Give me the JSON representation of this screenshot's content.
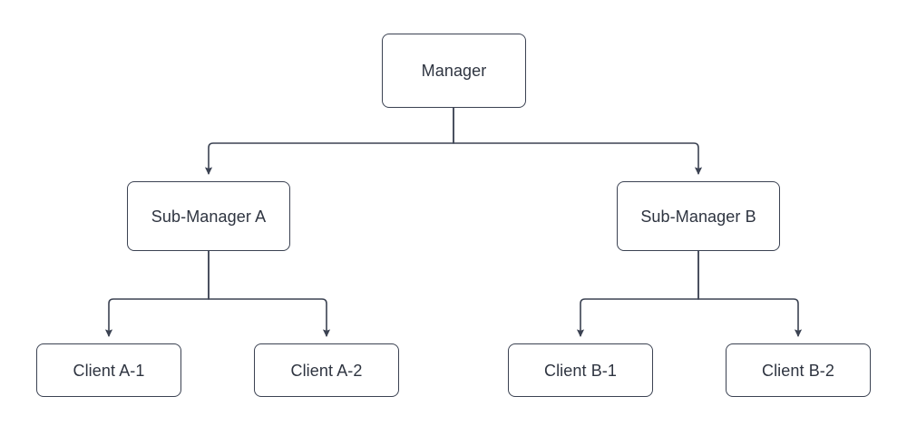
{
  "diagram": {
    "type": "hierarchy-tree",
    "orientation": "top-down",
    "colors": {
      "stroke": "#3b4252",
      "node_fill": "#ffffff",
      "text": "#2e3440",
      "background": "#ffffff"
    },
    "nodes": [
      {
        "id": "manager",
        "label": "Manager",
        "level": 0
      },
      {
        "id": "sub_a",
        "label": "Sub-Manager A",
        "level": 1
      },
      {
        "id": "sub_b",
        "label": "Sub-Manager B",
        "level": 1
      },
      {
        "id": "client_a1",
        "label": "Client A-1",
        "level": 2
      },
      {
        "id": "client_a2",
        "label": "Client A-2",
        "level": 2
      },
      {
        "id": "client_b1",
        "label": "Client B-1",
        "level": 2
      },
      {
        "id": "client_b2",
        "label": "Client B-2",
        "level": 2
      }
    ],
    "edges": [
      {
        "from": "manager",
        "to": "sub_a",
        "arrow": "to"
      },
      {
        "from": "manager",
        "to": "sub_b",
        "arrow": "to"
      },
      {
        "from": "sub_a",
        "to": "client_a1",
        "arrow": "to"
      },
      {
        "from": "sub_a",
        "to": "client_a2",
        "arrow": "to"
      },
      {
        "from": "sub_b",
        "to": "client_b1",
        "arrow": "to"
      },
      {
        "from": "sub_b",
        "to": "client_b2",
        "arrow": "to"
      }
    ]
  }
}
